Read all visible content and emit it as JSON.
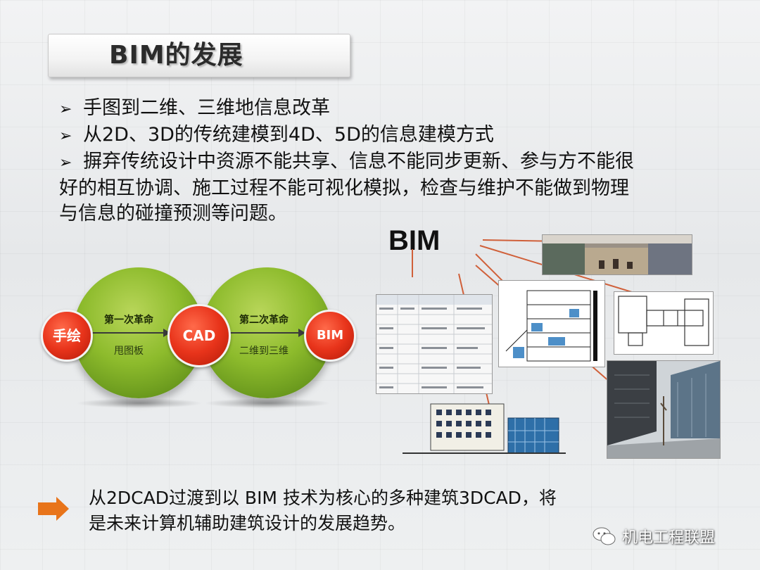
{
  "title": "BIM的发展",
  "bullets": [
    "手图到二维、三维地信息改革",
    "从2D、3D的传统建模到4D、5D的信息建模方式",
    "摒弃传统设计中资源不能共享、信息不能同步更新、参与方不能很"
  ],
  "bullet3_cont1": "好的相互协调、施工过程不能可视化模拟，检查与维护不能做到物理",
  "bullet3_cont2": "与信息的碰撞预测等问题。",
  "diagram": {
    "node1": "手绘",
    "node2": "CAD",
    "node3": "BIM",
    "rev1_top": "第一次革命",
    "rev1_bottom": "甩图板",
    "rev2_top": "第二次革命",
    "rev2_bottom": "二维到三维"
  },
  "collage_label": "BIM",
  "footer_line1": "从2DCAD过渡到以 BIM 技术为核心的多种建筑3DCAD，将",
  "footer_line2": "是未来计算机辅助建筑设计的发展趋势。",
  "watermark": "机电工程联盟",
  "colors": {
    "accent_red": "#e8341b",
    "green": "#8dbb2c",
    "leader": "#d0603a",
    "footer_arrow": "#e8741a"
  }
}
